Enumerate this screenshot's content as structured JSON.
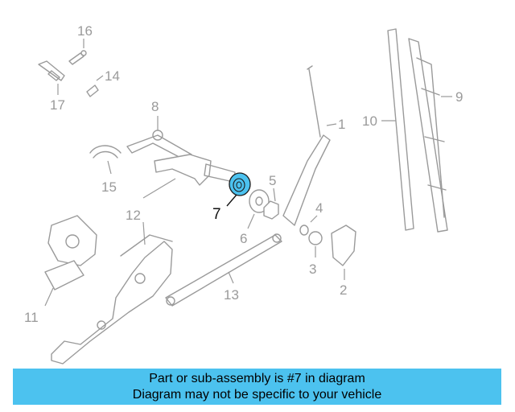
{
  "banner": {
    "line1": "Part or sub-assembly is #7 in diagram",
    "line2": "Diagram may not be specific to your vehicle"
  },
  "highlight_color": "#4cc2ef",
  "callouts": {
    "c1": "1",
    "c2": "2",
    "c3": "3",
    "c4": "4",
    "c5": "5",
    "c6": "6",
    "c7": "7",
    "c8": "8",
    "c9": "9",
    "c10": "10",
    "c11": "11",
    "c12": "12",
    "c13": "13",
    "c14": "14",
    "c15": "15",
    "c16": "16",
    "c17": "17"
  },
  "highlighted_part": "7"
}
